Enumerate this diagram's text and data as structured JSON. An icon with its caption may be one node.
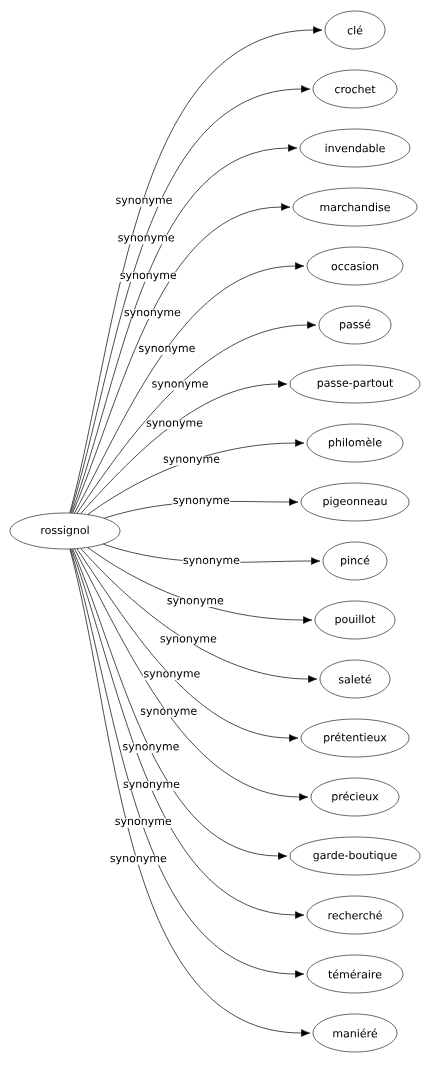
{
  "diagram": {
    "nodes": [
      {
        "text": [
          "rossignol"
        ]
      },
      {
        "text": [
          "clé"
        ]
      },
      {
        "text": [
          "crochet"
        ]
      },
      {
        "text": [
          "invendable"
        ]
      },
      {
        "text": [
          "marchandise"
        ]
      },
      {
        "text": [
          "occasion"
        ]
      },
      {
        "text": [
          "passé"
        ]
      },
      {
        "text": [
          "passe-partout"
        ]
      },
      {
        "text": [
          "philomèle"
        ]
      },
      {
        "text": [
          "pigeonneau"
        ]
      },
      {
        "text": [
          "pincé"
        ]
      },
      {
        "text": [
          "pouillot"
        ]
      },
      {
        "text": [
          "saleté"
        ]
      },
      {
        "text": [
          "prétentieux"
        ]
      },
      {
        "text": [
          "précieux"
        ]
      },
      {
        "text": [
          "garde-boutique"
        ]
      },
      {
        "text": [
          "recherché"
        ]
      },
      {
        "text": [
          "téméraire"
        ]
      },
      {
        "text": [
          "maniéré"
        ]
      }
    ],
    "edges": [
      {
        "from": 0,
        "to": 1,
        "arrow": "to",
        "label": "synonyme"
      },
      {
        "from": 0,
        "to": 2,
        "arrow": "to",
        "label": "synonyme"
      },
      {
        "from": 0,
        "to": 3,
        "arrow": "to",
        "label": "synonyme"
      },
      {
        "from": 0,
        "to": 4,
        "arrow": "to",
        "label": "synonyme"
      },
      {
        "from": 0,
        "to": 5,
        "arrow": "to",
        "label": "synonyme"
      },
      {
        "from": 0,
        "to": 6,
        "arrow": "to",
        "label": "synonyme"
      },
      {
        "from": 0,
        "to": 7,
        "arrow": "to",
        "label": "synonyme"
      },
      {
        "from": 0,
        "to": 8,
        "arrow": "to",
        "label": "synonyme"
      },
      {
        "from": 0,
        "to": 9,
        "arrow": "to",
        "label": "synonyme"
      },
      {
        "from": 0,
        "to": 10,
        "arrow": "to",
        "label": "synonyme"
      },
      {
        "from": 0,
        "to": 11,
        "arrow": "to",
        "label": "synonyme"
      },
      {
        "from": 0,
        "to": 12,
        "arrow": "to",
        "label": "synonyme"
      },
      {
        "from": 0,
        "to": 13,
        "arrow": "to",
        "label": "synonyme"
      },
      {
        "from": 0,
        "to": 14,
        "arrow": "to",
        "label": "synonyme"
      },
      {
        "from": 0,
        "to": 15,
        "arrow": "to",
        "label": "synonyme"
      },
      {
        "from": 0,
        "to": 16,
        "arrow": "to",
        "label": "synonyme"
      },
      {
        "from": 0,
        "to": 17,
        "arrow": "to",
        "label": "synonyme"
      },
      {
        "from": 0,
        "to": 18,
        "arrow": "to",
        "label": "synonyme"
      }
    ]
  }
}
